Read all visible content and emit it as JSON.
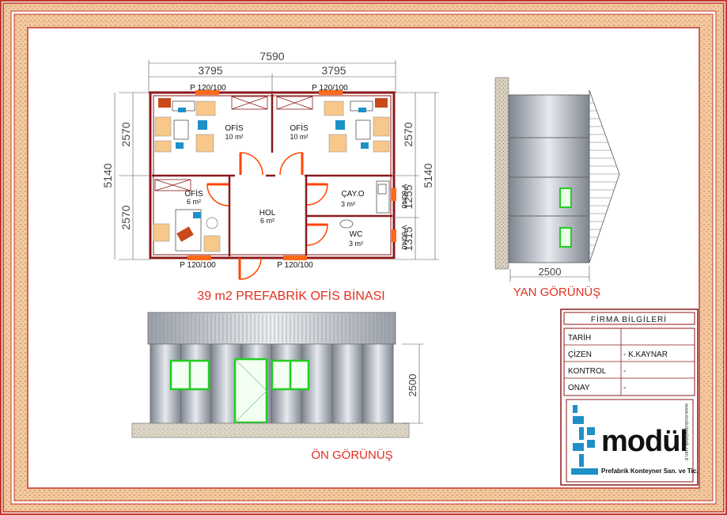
{
  "plan": {
    "overall_width": "7590",
    "half_width_left": "3795",
    "half_width_right": "3795",
    "depth": "5140",
    "depth_right": "5140",
    "left_upper": "2570",
    "left_lower": "2570",
    "right_upper": "2570",
    "right_cay": "1255",
    "right_wc": "1315",
    "window_top_left": "P 120/100",
    "window_top_right": "P 120/100",
    "window_bottom_left": "P 120/100",
    "window_bottom_right": "P 120/100",
    "window_cay": "V 60/40",
    "window_wc": "V 60/40",
    "rooms": [
      {
        "name": "OFİS",
        "area": "10 m²"
      },
      {
        "name": "OFİS",
        "area": "10 m²"
      },
      {
        "name": "OFİS",
        "area": "6 m²"
      },
      {
        "name": "HOL",
        "area": "6 m²"
      },
      {
        "name": "ÇAY.O",
        "area": "3 m²"
      },
      {
        "name": "WC",
        "area": "3 m²"
      }
    ],
    "title": "39 m2 PREFABRİK OFİS BİNASI"
  },
  "side_view": {
    "width": "2500",
    "label": "YAN GÖRÜNÜŞ"
  },
  "front_view": {
    "height": "2500",
    "label": "ÖN GÖRÜNÜŞ"
  },
  "title_block": {
    "heading": "FİRMA BİLGİLERİ",
    "rows": [
      {
        "label": "TARİH",
        "value": ""
      },
      {
        "label": "ÇİZEN",
        "value": "- K.KAYNAR"
      },
      {
        "label": "KONTROL",
        "value": "-"
      },
      {
        "label": "ONAY",
        "value": "-"
      }
    ]
  },
  "logo": {
    "brand": "modül",
    "tagline": "Prefabrik Konteyner San. ve Tic.",
    "url": "www.modulprefabrik.com.tr"
  },
  "colors": {
    "frame_red": "#c0392b",
    "frame_tan": "#d9a066",
    "wall_red": "#8b1a1a",
    "door_orange": "#ff4500",
    "window_green": "#22cc22",
    "title_red": "#e03020",
    "logo_blue": "#1e90c8"
  }
}
